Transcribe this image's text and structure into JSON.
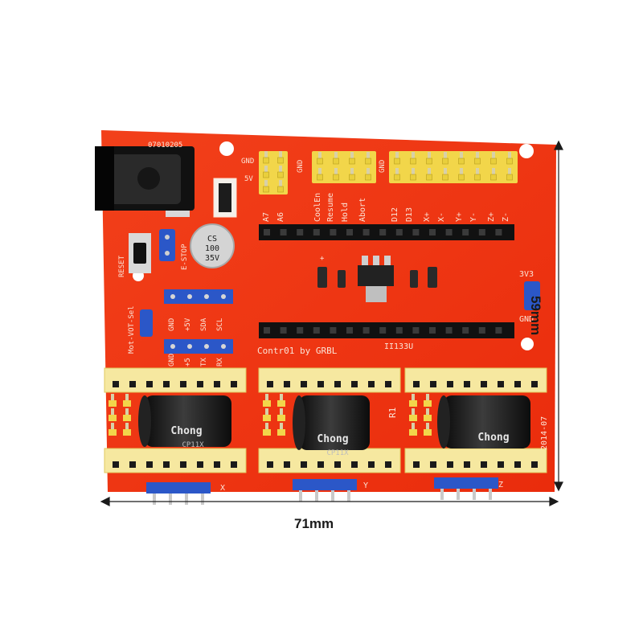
{
  "dimensions": {
    "width_label": "71mm",
    "height_label": "59mm"
  },
  "board": {
    "colors": {
      "pcb": "#f2330f",
      "header": "#f2d64a",
      "socket": "#f6e8a0",
      "black": "#1c1c1c",
      "jumper": "#2b57c8",
      "silk": "#fbe3d6"
    },
    "top_code": "07010205",
    "power_labels": {
      "gnd": "GND",
      "v5": "5V"
    },
    "header_labels": [
      "A7",
      "A6",
      "CoolEn",
      "Resume",
      "Hold",
      "Abort",
      "D12",
      "D13",
      "X+",
      "X-",
      "Y+",
      "Y-",
      "Z+",
      "Z-"
    ],
    "gnd_top_left": "GND",
    "gnd_top_right": "GND",
    "reset_label": "RESET",
    "estop_label": "E-STOP",
    "capacitor_text": [
      "CS",
      "100",
      "35V"
    ],
    "mot_label": "Mot-VOT-Sel",
    "i2c_labels": [
      "GND",
      "+5V",
      "SDA",
      "SCL"
    ],
    "uart_labels": [
      "GND",
      "+5",
      "TX",
      "RX"
    ],
    "v33_label": "3V3",
    "gnd_right": "GND",
    "credit": "Contr01 by GRBL",
    "code": "II133U",
    "r1_label": "R1",
    "date": "2014-07",
    "axis_labels": [
      "X",
      "Y",
      "Z"
    ],
    "cap_brand": "Chong",
    "cap_sub": "CP11X"
  }
}
